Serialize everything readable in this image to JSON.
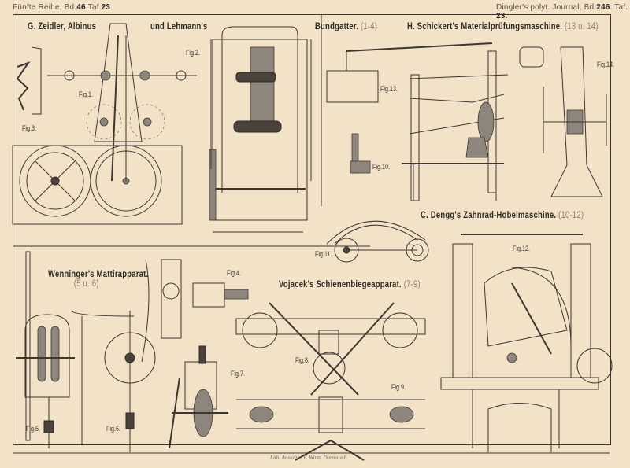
{
  "header": {
    "left_series": "Fünfte Reihe, Bd.",
    "left_volume": "46",
    "left_plate_prefix": ".Taf.",
    "left_plate": "23",
    "right_journal": "Dingler's polyt. Journal, Bd",
    "right_volume": "246",
    "right_plate_prefix": ". Taf.",
    "right_plate": "23."
  },
  "titles": [
    {
      "text": "G. Zeidler, Albinus",
      "range": ""
    },
    {
      "text": "und Lehmann's",
      "range": ""
    },
    {
      "text": "Bundgatter.",
      "range": "(1-4)"
    },
    {
      "text": "H. Schickert's Materialprüfungsmaschine.",
      "range": "(13 u. 14)"
    },
    {
      "text": "C. Dengg's Zahnrad-Hobelmaschine.",
      "range": "(10-12)"
    },
    {
      "text": "Wenninger's Mattirapparat.",
      "range": "(5 u. 6)"
    },
    {
      "text": "Vojacek's Schienenbiegeapparat.",
      "range": "(7-9)"
    }
  ],
  "figures": [
    "Fig.1.",
    "Fig.2.",
    "Fig.3.",
    "Fig.4.",
    "Fig.5.",
    "Fig.6.",
    "Fig.7.",
    "Fig.8.",
    "Fig.9.",
    "Fig.10.",
    "Fig.11.",
    "Fig.12.",
    "Fig.13.",
    "Fig.14."
  ],
  "imprint": "Lith. Anstalt v. F. Wirtz, Darmstadt."
}
